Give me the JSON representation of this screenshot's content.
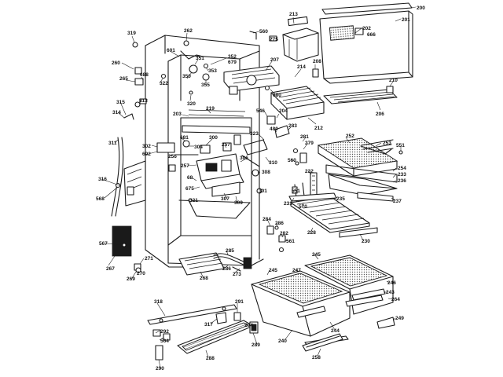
{
  "labels": [
    {
      "id": "l200",
      "text": "200"
    },
    {
      "id": "l201",
      "text": "201"
    },
    {
      "id": "l202",
      "text": "202"
    },
    {
      "id": "l213",
      "text": "213"
    },
    {
      "id": "l666",
      "text": "666"
    },
    {
      "id": "l560a",
      "text": "560"
    },
    {
      "id": "l275",
      "text": "275"
    },
    {
      "id": "l262",
      "text": "262"
    },
    {
      "id": "l319",
      "text": "319"
    },
    {
      "id": "l601",
      "text": "601"
    },
    {
      "id": "l351",
      "text": "351"
    },
    {
      "id": "l352",
      "text": "352"
    },
    {
      "id": "l679",
      "text": "679"
    },
    {
      "id": "l207",
      "text": "207"
    },
    {
      "id": "l208",
      "text": "208"
    },
    {
      "id": "l680",
      "text": "680"
    },
    {
      "id": "l214",
      "text": "214"
    },
    {
      "id": "l210",
      "text": "210"
    },
    {
      "id": "l206",
      "text": "206"
    },
    {
      "id": "l260",
      "text": "260"
    },
    {
      "id": "l688",
      "text": "688"
    },
    {
      "id": "l265",
      "text": "265"
    },
    {
      "id": "l322",
      "text": "322"
    },
    {
      "id": "l350",
      "text": "350"
    },
    {
      "id": "l355",
      "text": "355"
    },
    {
      "id": "l353",
      "text": "353"
    },
    {
      "id": "l313",
      "text": "313"
    },
    {
      "id": "l320",
      "text": "320"
    },
    {
      "id": "l315",
      "text": "315"
    },
    {
      "id": "l314",
      "text": "314"
    },
    {
      "id": "l219",
      "text": "219"
    },
    {
      "id": "l203",
      "text": "203"
    },
    {
      "id": "l546",
      "text": "546"
    },
    {
      "id": "l204",
      "text": "204"
    },
    {
      "id": "l212",
      "text": "212"
    },
    {
      "id": "l323",
      "text": "323"
    },
    {
      "id": "l480",
      "text": "480"
    },
    {
      "id": "l283",
      "text": "283"
    },
    {
      "id": "l252",
      "text": "252"
    },
    {
      "id": "l311",
      "text": "311"
    },
    {
      "id": "l681",
      "text": "681"
    },
    {
      "id": "l300",
      "text": "300"
    },
    {
      "id": "l257a",
      "text": "257"
    },
    {
      "id": "l281",
      "text": "281"
    },
    {
      "id": "l279",
      "text": "279"
    },
    {
      "id": "l253",
      "text": "253"
    },
    {
      "id": "l551a",
      "text": "551"
    },
    {
      "id": "l302",
      "text": "302"
    },
    {
      "id": "l304",
      "text": "304"
    },
    {
      "id": "l692",
      "text": "692"
    },
    {
      "id": "l256",
      "text": "256"
    },
    {
      "id": "l306",
      "text": "306"
    },
    {
      "id": "l310",
      "text": "310"
    },
    {
      "id": "l560b",
      "text": "560"
    },
    {
      "id": "l254",
      "text": "254"
    },
    {
      "id": "l233",
      "text": "233"
    },
    {
      "id": "l236",
      "text": "236"
    },
    {
      "id": "l257b",
      "text": "257"
    },
    {
      "id": "l308",
      "text": "308"
    },
    {
      "id": "l232",
      "text": "232"
    },
    {
      "id": "l237",
      "text": "237"
    },
    {
      "id": "l316",
      "text": "316"
    },
    {
      "id": "l68",
      "text": "68"
    },
    {
      "id": "l551b",
      "text": "551"
    },
    {
      "id": "l675",
      "text": "675"
    },
    {
      "id": "l307",
      "text": "307"
    },
    {
      "id": "l309",
      "text": "309"
    },
    {
      "id": "l301",
      "text": "301"
    },
    {
      "id": "l231",
      "text": "231"
    },
    {
      "id": "l570",
      "text": "570"
    },
    {
      "id": "l235",
      "text": "235"
    },
    {
      "id": "l568",
      "text": "568"
    },
    {
      "id": "l321",
      "text": "321"
    },
    {
      "id": "l284",
      "text": "284"
    },
    {
      "id": "l286a",
      "text": "286"
    },
    {
      "id": "l228",
      "text": "228"
    },
    {
      "id": "l282",
      "text": "282"
    },
    {
      "id": "l561",
      "text": "561"
    },
    {
      "id": "l230",
      "text": "230"
    },
    {
      "id": "l567",
      "text": "567"
    },
    {
      "id": "l285",
      "text": "285"
    },
    {
      "id": "l271",
      "text": "271"
    },
    {
      "id": "l245a",
      "text": "245"
    },
    {
      "id": "l267",
      "text": "267"
    },
    {
      "id": "l270",
      "text": "270"
    },
    {
      "id": "l286b",
      "text": "286"
    },
    {
      "id": "l269",
      "text": "269"
    },
    {
      "id": "l268",
      "text": "268"
    },
    {
      "id": "l273",
      "text": "273"
    },
    {
      "id": "l245b",
      "text": "245"
    },
    {
      "id": "l247",
      "text": "247"
    },
    {
      "id": "l246",
      "text": "246"
    },
    {
      "id": "l243",
      "text": "243"
    },
    {
      "id": "l264",
      "text": "264"
    },
    {
      "id": "l318",
      "text": "318"
    },
    {
      "id": "l291",
      "text": "291"
    },
    {
      "id": "l317",
      "text": "317"
    },
    {
      "id": "l292",
      "text": "292"
    },
    {
      "id": "l294",
      "text": "294"
    },
    {
      "id": "l564",
      "text": "564"
    },
    {
      "id": "l244",
      "text": "244"
    },
    {
      "id": "l249",
      "text": "249"
    },
    {
      "id": "l290",
      "text": "290"
    },
    {
      "id": "l288",
      "text": "288"
    },
    {
      "id": "l289",
      "text": "289"
    },
    {
      "id": "l240",
      "text": "240"
    },
    {
      "id": "l258",
      "text": "258"
    }
  ]
}
